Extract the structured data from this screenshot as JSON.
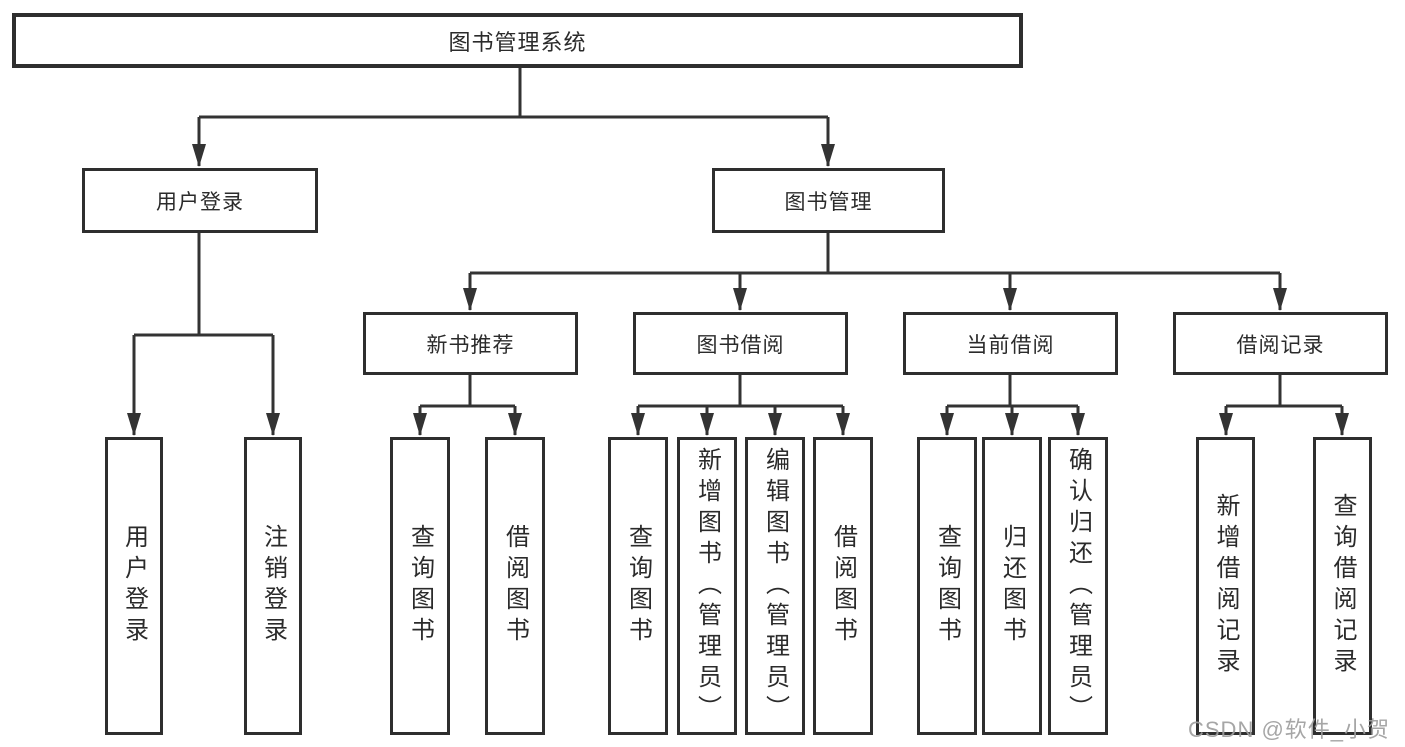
{
  "watermark": "CSDN @软件_小贺同学",
  "colors": {
    "line": "#333333",
    "box_border": "#2e2e2e",
    "box_fill": "#ffffff",
    "text": "#2b2b2b",
    "watermark_text": "#9e9e9e",
    "background": "#ffffff"
  },
  "tree": {
    "label": "图书管理系统",
    "children": [
      {
        "label": "用户登录",
        "children": [
          {
            "label": "用户登录"
          },
          {
            "label": "注销登录"
          }
        ]
      },
      {
        "label": "图书管理",
        "children": [
          {
            "label": "新书推荐",
            "children": [
              {
                "label": "查询图书"
              },
              {
                "label": "借阅图书"
              }
            ]
          },
          {
            "label": "图书借阅",
            "children": [
              {
                "label": "查询图书"
              },
              {
                "label": "新增图书（管理员）"
              },
              {
                "label": "编辑图书（管理员）"
              },
              {
                "label": "借阅图书"
              }
            ]
          },
          {
            "label": "当前借阅",
            "children": [
              {
                "label": "查询图书"
              },
              {
                "label": "归还图书"
              },
              {
                "label": "确认归还（管理员）"
              }
            ]
          },
          {
            "label": "借阅记录",
            "children": [
              {
                "label": "新增借阅记录"
              },
              {
                "label": "查询借阅记录"
              }
            ]
          }
        ]
      }
    ]
  }
}
